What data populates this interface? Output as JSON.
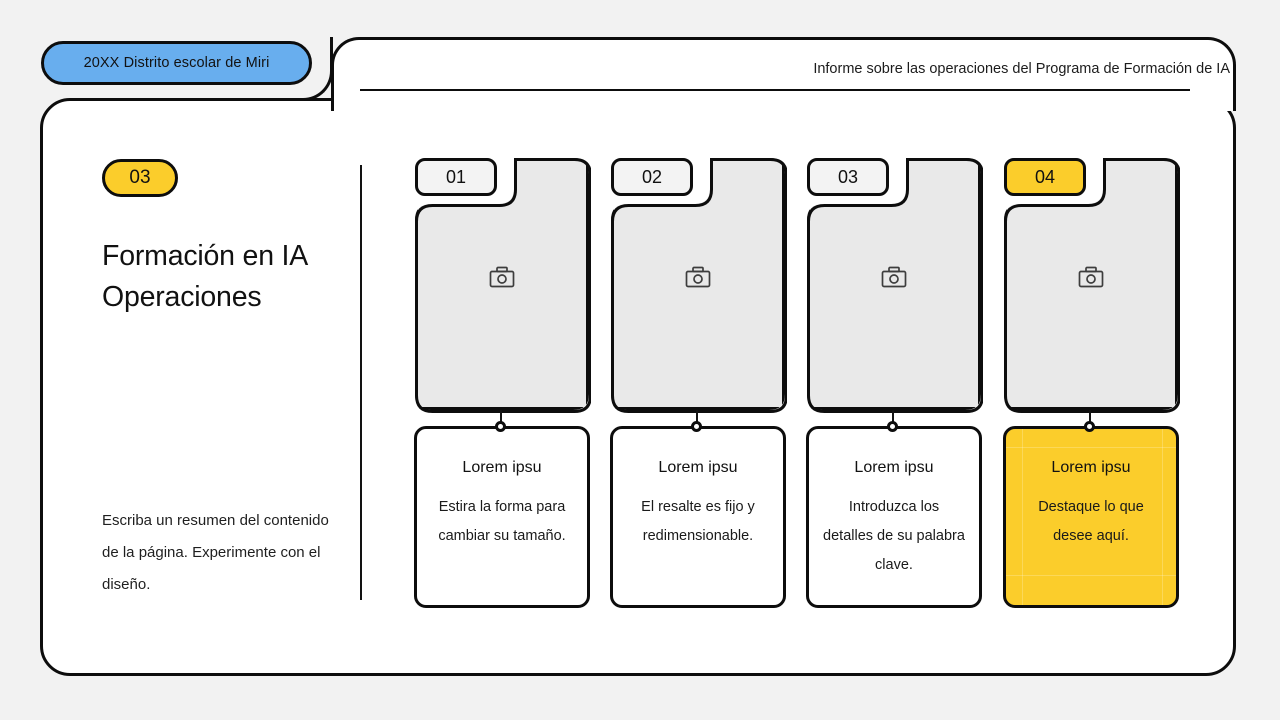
{
  "brand": {
    "badge_label": "20XX Distrito escolar de Miri",
    "badge_color": "#68aeee"
  },
  "header": {
    "title": "Informe sobre las operaciones del Programa de Formación de IA"
  },
  "left": {
    "section_number": "03",
    "section_number_color": "#fbcd2b",
    "title": "Formación en IA Operaciones",
    "description": "Escriba un resumen del contenido de la página. Experimente con el diseño."
  },
  "cards": [
    {
      "number": "01",
      "highlighted": false,
      "image_placeholder_icon": "camera-icon",
      "title": "Lorem ipsu",
      "body": "Estira la forma para cambiar su tamaño."
    },
    {
      "number": "02",
      "highlighted": false,
      "image_placeholder_icon": "camera-icon",
      "title": "Lorem ipsu",
      "body": "El resalte es fijo y redimensionable."
    },
    {
      "number": "03",
      "highlighted": false,
      "image_placeholder_icon": "camera-icon",
      "title": "Lorem ipsu",
      "body": "Introduzca los detalles de su palabra clave."
    },
    {
      "number": "04",
      "highlighted": true,
      "image_placeholder_icon": "camera-icon",
      "title": "Lorem ipsu",
      "body": "Destaque lo que desee aquí."
    }
  ],
  "theme": {
    "accent_yellow": "#fbcd2b",
    "accent_blue": "#68aeee",
    "outline": "#0d0d0d",
    "placeholder_gray": "#e9e9e9",
    "page_background": "#f2f2f2"
  }
}
